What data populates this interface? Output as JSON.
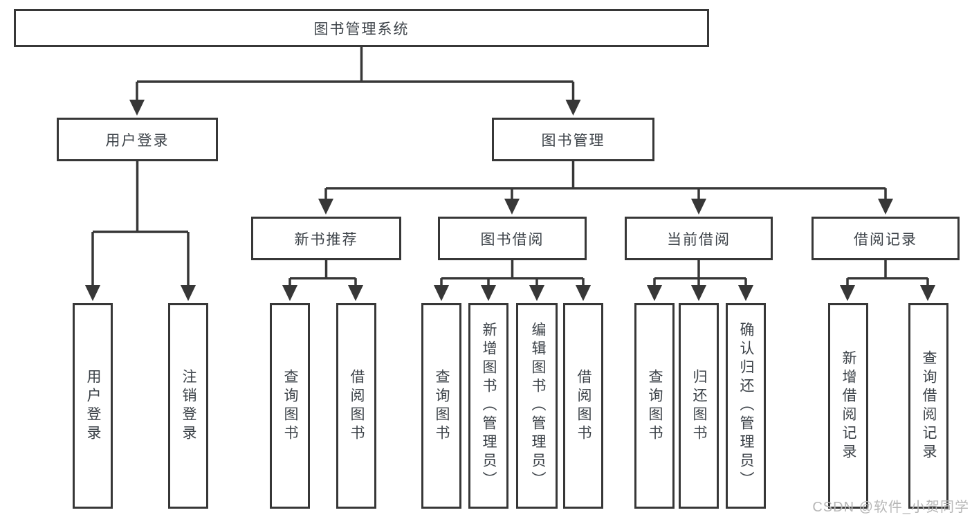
{
  "diagram": {
    "root": {
      "label": "图书管理系统"
    },
    "level2": [
      {
        "label": "用户登录"
      },
      {
        "label": "图书管理"
      }
    ],
    "level3": [
      {
        "label": "新书推荐"
      },
      {
        "label": "图书借阅"
      },
      {
        "label": "当前借阅"
      },
      {
        "label": "借阅记录"
      }
    ],
    "leaves": {
      "login": [
        {
          "label": "用户登录"
        },
        {
          "label": "注销登录"
        }
      ],
      "recommend": [
        {
          "label": "查询图书"
        },
        {
          "label": "借阅图书"
        }
      ],
      "borrow": [
        {
          "label": "查询图书"
        },
        {
          "label": "新增图书（管理员）"
        },
        {
          "label": "编辑图书（管理员）"
        },
        {
          "label": "借阅图书"
        }
      ],
      "current": [
        {
          "label": "查询图书"
        },
        {
          "label": "归还图书"
        },
        {
          "label": "确认归还（管理员）"
        }
      ],
      "records": [
        {
          "label": "新增借阅记录"
        },
        {
          "label": "查询借阅记录"
        }
      ]
    },
    "watermark": "CSDN @软件_小贺同学",
    "colors": {
      "line": "#373737",
      "text": "#3c4248",
      "watermark": "#b7b7b7",
      "background": "#ffffff"
    }
  }
}
